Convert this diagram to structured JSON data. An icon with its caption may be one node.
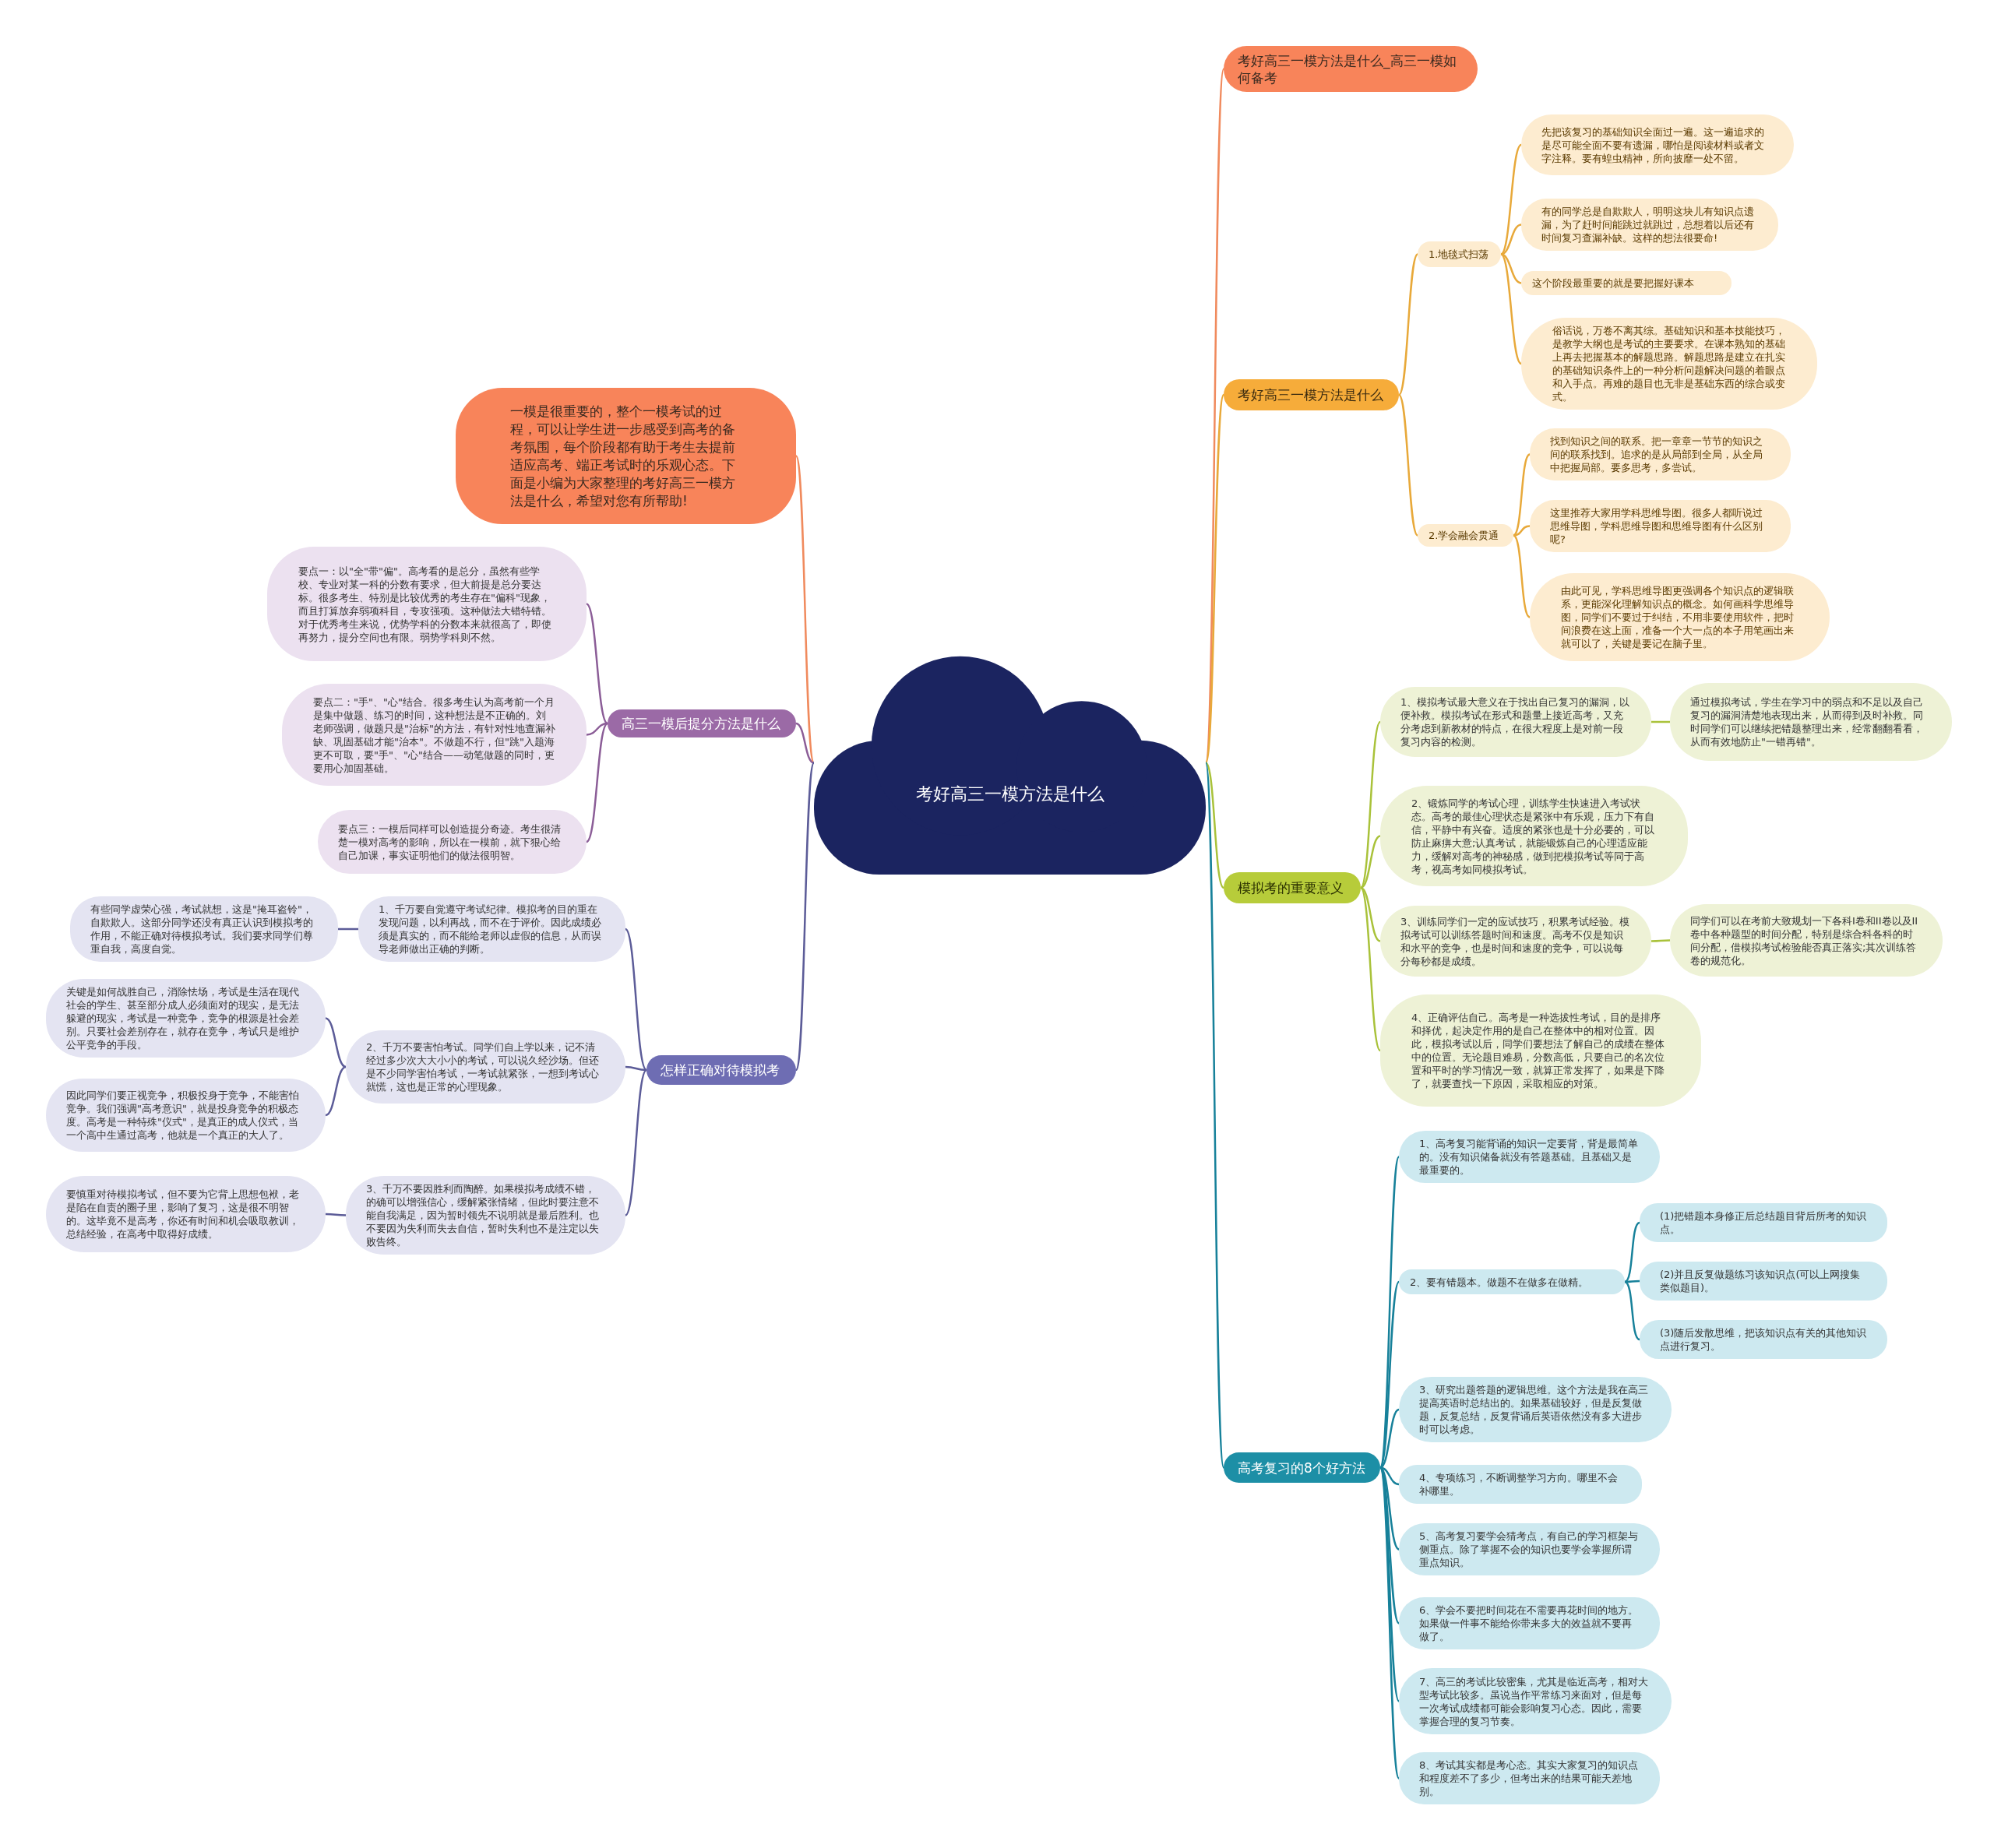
{
  "diagram": {
    "nodes": [
      {
        "text": [
          "考好高三一模方法是什么"
        ]
      },
      {
        "text": [
          "考好高三一模方法是什么_高三一模如何备考"
        ]
      },
      {
        "text": [
          "考好高三一模方法是什么"
        ]
      },
      {
        "text": [
          "1.地毯式扫荡"
        ]
      },
      {
        "text": [
          "先把该复习的基础知识全面过一遍。这一遍追求的是尽可能全面不要有遗漏，哪怕是阅读材料或者文字注释。要有蝗虫精神，所向披靡一处不留。"
        ]
      },
      {
        "text": [
          "有的同学总是自欺欺人，明明这块儿有知识点遗漏，为了赶时间能跳过就跳过，总想着以后还有时间复习查漏补缺。这样的想法很要命!"
        ]
      },
      {
        "text": [
          "这个阶段最重要的就是要把握好课本"
        ]
      },
      {
        "text": [
          "俗话说，万卷不离其综。基础知识和基本技能技巧，是教学大纲也是考试的主要要求。在课本熟知的基础上再去把握基本的解题思路。解题思路是建立在扎实的基础知识条件上的一种分析问题解决问题的着眼点和入手点。再难的题目也无非是基础东西的综合或变式。"
        ]
      },
      {
        "text": [
          "2.学会融会贯通"
        ]
      },
      {
        "text": [
          "找到知识之间的联系。把一章章一节节的知识之间的联系找到。追求的是从局部到全局，从全局中把握局部。要多思考，多尝试。"
        ]
      },
      {
        "text": [
          "这里推荐大家用学科思维导图。很多人都听说过思维导图，学科思维导图和思维导图有什么区别呢?"
        ]
      },
      {
        "text": [
          "由此可见，学科思维导图更强调各个知识点的逻辑联系，更能深化理解知识点的概念。如何画科学思维导图，同学们不要过于纠结，不用非要使用软件，把时间浪费在这上面，准备一个大一点的本子用笔画出来就可以了，关键是要记在脑子里。"
        ]
      },
      {
        "text": [
          "模拟考的重要意义"
        ]
      },
      {
        "text": [
          "1、模拟考试最大意义在于找出自己复习的漏洞，以便补救。模拟考试在形式和题量上接近高考，又充分考虑到新教材的特点，在很大程度上是对前一段复习内容的检测。"
        ]
      },
      {
        "text": [
          "通过模拟考试，学生在学习中的弱点和不足以及自己复习的漏洞清楚地表现出来，从而得到及时补救。同时同学们可以继续把错题整理出来，经常翻翻看看，从而有效地防止\"一错再错\"。"
        ]
      },
      {
        "text": [
          "2、锻炼同学的考试心理，训练学生快速进入考试状态。高考的最佳心理状态是紧张中有乐观，压力下有自信，平静中有兴奋。适度的紧张也是十分必要的，可以防止麻痹大意;认真考试，就能锻炼自己的心理适应能力，缓解对高考的神秘感，做到把模拟考试等同于高考，视高考如同模拟考试。"
        ]
      },
      {
        "text": [
          "3、训练同学们一定的应试技巧，积累考试经验。模拟考试可以训练答题时间和速度。高考不仅是知识和水平的竞争，也是时间和速度的竞争，可以说每分每秒都是成绩。"
        ]
      },
      {
        "text": [
          "同学们可以在考前大致规划一下各科I卷和II卷以及II卷中各种题型的时间分配，特别是综合科各科的时间分配，借模拟考试检验能否真正落实;其次训练答卷的规范化。"
        ]
      },
      {
        "text": [
          "4、正确评估自己。高考是一种选拔性考试，目的是排序和择优，起决定作用的是自己在整体中的相对位置。因此，模拟考试以后，同学们要想法了解自己的成绩在整体中的位置。无论题目难易，分数高低，只要自己的名次位置和平时的学习情况一致，就算正常发挥了，如果是下降了，就要查找一下原因，采取相应的对策。"
        ]
      },
      {
        "text": [
          "高考复习的8个好方法"
        ]
      },
      {
        "text": [
          "1、高考复习能背诵的知识一定要背，背是最简单的。没有知识储备就没有答题基础。且基础又是最重要的。"
        ]
      },
      {
        "text": [
          "2、要有错题本。做题不在做多在做精。"
        ]
      },
      {
        "text": [
          "(1)把错题本身修正后总结题目背后所考的知识点。"
        ]
      },
      {
        "text": [
          "(2)并且反复做题练习该知识点(可以上网搜集类似题目)。"
        ]
      },
      {
        "text": [
          "(3)随后发散思维，把该知识点有关的其他知识点进行复习。"
        ]
      },
      {
        "text": [
          "3、研究出题答题的逻辑思维。这个方法是我在高三提高英语时总结出的。如果基础较好，但是反复做题，反复总结，反复背诵后英语依然没有多大进步时可以考虑。"
        ]
      },
      {
        "text": [
          "4、专项练习，不断调整学习方向。哪里不会补哪里。"
        ]
      },
      {
        "text": [
          "5、高考复习要学会猜考点，有自己的学习框架与侧重点。除了掌握不会的知识也要学会掌握所谓重点知识。"
        ]
      },
      {
        "text": [
          "6、学会不要把时间花在不需要再花时间的地方。如果做一件事不能给你带来多大的效益就不要再做了。"
        ]
      },
      {
        "text": [
          "7、高三的考试比较密集，尤其是临近高考，相对大型考试比较多。虽说当作平常练习来面对，但是每一次考试成绩都可能会影响复习心态。因此，需要掌握合理的复习节奏。"
        ]
      },
      {
        "text": [
          "8、考试其实都是考心态。其实大家复习的知识点和程度差不了多少，但考出来的结果可能天差地别。"
        ]
      },
      {
        "text": [
          "一模是很重要的，整个一模考试的过程，可以让学生进一步感受到高考的备考氛围，每个阶段都有助于考生去提前适应高考、端正考试时的乐观心态。下面是小编为大家整理的考好高三一模方法是什么，希望对您有所帮助!"
        ]
      },
      {
        "text": [
          "高三一模后提分方法是什么"
        ]
      },
      {
        "text": [
          "要点一：以\"全\"带\"偏\"。高考看的是总分，虽然有些学校、专业对某一科的分数有要求，但大前提是总分要达标。很多考生、特别是比较优秀的考生存在\"偏科\"现象，而且打算放弃弱项科目，专攻强项。这种做法大错特错。对于优秀考生来说，优势学科的分数本来就很高了，即使再努力，提分空间也有限。弱势学科则不然。"
        ]
      },
      {
        "text": [
          "要点二：\"手\"、\"心\"结合。很多考生认为高考前一个月是集中做题、练习的时间，这种想法是不正确的。刘老师强调，做题只是\"治标\"的方法，有针对性地查漏补缺、巩固基础才能\"治本\"。不做题不行，但\"跳\"入题海更不可取，要\"手\"、\"心\"结合——动笔做题的同时，更要用心加固基础。"
        ]
      },
      {
        "text": [
          "要点三：一模后同样可以创造提分奇迹。考生很清楚一模对高考的影响，所以在一模前，就下狠心给自己加课，事实证明他们的做法很明智。"
        ]
      },
      {
        "text": [
          "怎样正确对待模拟考"
        ]
      },
      {
        "text": [
          "1、千万要自觉遵守考试纪律。模拟考的目的重在发现问题，以利再战，而不在于评价。因此成绩必须是真实的，而不能给老师以虚假的信息，从而误导老师做出正确的判断。"
        ]
      },
      {
        "text": [
          "有些同学虚荣心强，考试就想，这是\"掩耳盗铃\"，自欺欺人。这部分同学还没有真正认识到模拟考的作用，不能正确对待模拟考试。我们要求同学们尊重自我，高度自觉。"
        ]
      },
      {
        "text": [
          "2、千万不要害怕考试。同学们自上学以来，记不清经过多少次大大小小的考试，可以说久经沙场。但还是不少同学害怕考试，一考试就紧张，一想到考试心就慌，这也是正常的心理现象。"
        ]
      },
      {
        "text": [
          "关键是如何战胜自己，消除怯场，考试是生活在现代社会的学生、甚至部分成人必须面对的现实，是无法躲避的现实，考试是一种竞争，竞争的根源是社会差别。只要社会差别存在，就存在竞争，考试只是维护公平竞争的手段。"
        ]
      },
      {
        "text": [
          "因此同学们要正视竞争，积极投身于竞争，不能害怕竞争。我们强调\"高考意识\"，就是投身竞争的积极态度。高考是一种特殊\"仪式\"，是真正的成人仪式，当一个高中生通过高考，他就是一个真正的大人了。"
        ]
      },
      {
        "text": [
          "3、千万不要因胜利而陶醉。如果模拟考成绩不错，的确可以增强信心，缓解紧张情绪，但此时要注意不能自我满足，因为暂时领先不说明就是最后胜利。也不要因为失利而失去自信，暂时失利也不是注定以失败告终。"
        ]
      },
      {
        "text": [
          "要慎重对待模拟考试，但不要为它背上思想包袱，老是陷在自责的圈子里，影响了复习，这是很不明智的。这毕竟不是高考，你还有时间和机会吸取教训，总结经验，在高考中取得好成绩。"
        ]
      }
    ],
    "edges": [
      {
        "from": 0,
        "to": 1,
        "arrow": "none",
        "color": "#f08a5d"
      },
      {
        "from": 0,
        "to": 2,
        "arrow": "none",
        "color": "#e8a93a"
      },
      {
        "from": 2,
        "to": 3,
        "arrow": "none",
        "color": "#e8a93a"
      },
      {
        "from": 3,
        "to": 4,
        "arrow": "none",
        "color": "#e8a93a"
      },
      {
        "from": 3,
        "to": 5,
        "arrow": "none",
        "color": "#e8a93a"
      },
      {
        "from": 3,
        "to": 6,
        "arrow": "none",
        "color": "#e8a93a"
      },
      {
        "from": 3,
        "to": 7,
        "arrow": "none",
        "color": "#e8a93a"
      },
      {
        "from": 2,
        "to": 8,
        "arrow": "none",
        "color": "#e8a93a"
      },
      {
        "from": 8,
        "to": 9,
        "arrow": "none",
        "color": "#e8a93a"
      },
      {
        "from": 8,
        "to": 10,
        "arrow": "none",
        "color": "#e8a93a"
      },
      {
        "from": 8,
        "to": 11,
        "arrow": "none",
        "color": "#e8a93a"
      },
      {
        "from": 0,
        "to": 12,
        "arrow": "none",
        "color": "#a9c23a"
      },
      {
        "from": 12,
        "to": 13,
        "arrow": "none",
        "color": "#a9c23a"
      },
      {
        "from": 13,
        "to": 14,
        "arrow": "none",
        "color": "#a9c23a"
      },
      {
        "from": 12,
        "to": 15,
        "arrow": "none",
        "color": "#a9c23a"
      },
      {
        "from": 12,
        "to": 16,
        "arrow": "none",
        "color": "#a9c23a"
      },
      {
        "from": 16,
        "to": 17,
        "arrow": "none",
        "color": "#a9c23a"
      },
      {
        "from": 12,
        "to": 18,
        "arrow": "none",
        "color": "#a9c23a"
      },
      {
        "from": 0,
        "to": 19,
        "arrow": "none",
        "color": "#17819a"
      },
      {
        "from": 19,
        "to": 20,
        "arrow": "none",
        "color": "#17819a"
      },
      {
        "from": 19,
        "to": 21,
        "arrow": "none",
        "color": "#17819a"
      },
      {
        "from": 21,
        "to": 22,
        "arrow": "none",
        "color": "#17819a"
      },
      {
        "from": 21,
        "to": 23,
        "arrow": "none",
        "color": "#17819a"
      },
      {
        "from": 21,
        "to": 24,
        "arrow": "none",
        "color": "#17819a"
      },
      {
        "from": 19,
        "to": 25,
        "arrow": "none",
        "color": "#17819a"
      },
      {
        "from": 19,
        "to": 26,
        "arrow": "none",
        "color": "#17819a"
      },
      {
        "from": 19,
        "to": 27,
        "arrow": "none",
        "color": "#17819a"
      },
      {
        "from": 19,
        "to": 28,
        "arrow": "none",
        "color": "#17819a"
      },
      {
        "from": 19,
        "to": 29,
        "arrow": "none",
        "color": "#17819a"
      },
      {
        "from": 19,
        "to": 30,
        "arrow": "none",
        "color": "#17819a"
      },
      {
        "from": 0,
        "to": 31,
        "arrow": "none",
        "color": "#f08a5d"
      },
      {
        "from": 0,
        "to": 32,
        "arrow": "none",
        "color": "#8b5d97"
      },
      {
        "from": 32,
        "to": 33,
        "arrow": "none",
        "color": "#8b5d97"
      },
      {
        "from": 32,
        "to": 34,
        "arrow": "none",
        "color": "#8b5d97"
      },
      {
        "from": 32,
        "to": 35,
        "arrow": "none",
        "color": "#8b5d97"
      },
      {
        "from": 0,
        "to": 36,
        "arrow": "none",
        "color": "#5c5c98"
      },
      {
        "from": 36,
        "to": 37,
        "arrow": "none",
        "color": "#5c5c98"
      },
      {
        "from": 37,
        "to": 38,
        "arrow": "none",
        "color": "#5c5c98"
      },
      {
        "from": 36,
        "to": 39,
        "arrow": "none",
        "color": "#5c5c98"
      },
      {
        "from": 39,
        "to": 40,
        "arrow": "none",
        "color": "#5c5c98"
      },
      {
        "from": 39,
        "to": 41,
        "arrow": "none",
        "color": "#5c5c98"
      },
      {
        "from": 36,
        "to": 42,
        "arrow": "none",
        "color": "#5c5c98"
      },
      {
        "from": 42,
        "to": 43,
        "arrow": "none",
        "color": "#5c5c98"
      }
    ]
  }
}
